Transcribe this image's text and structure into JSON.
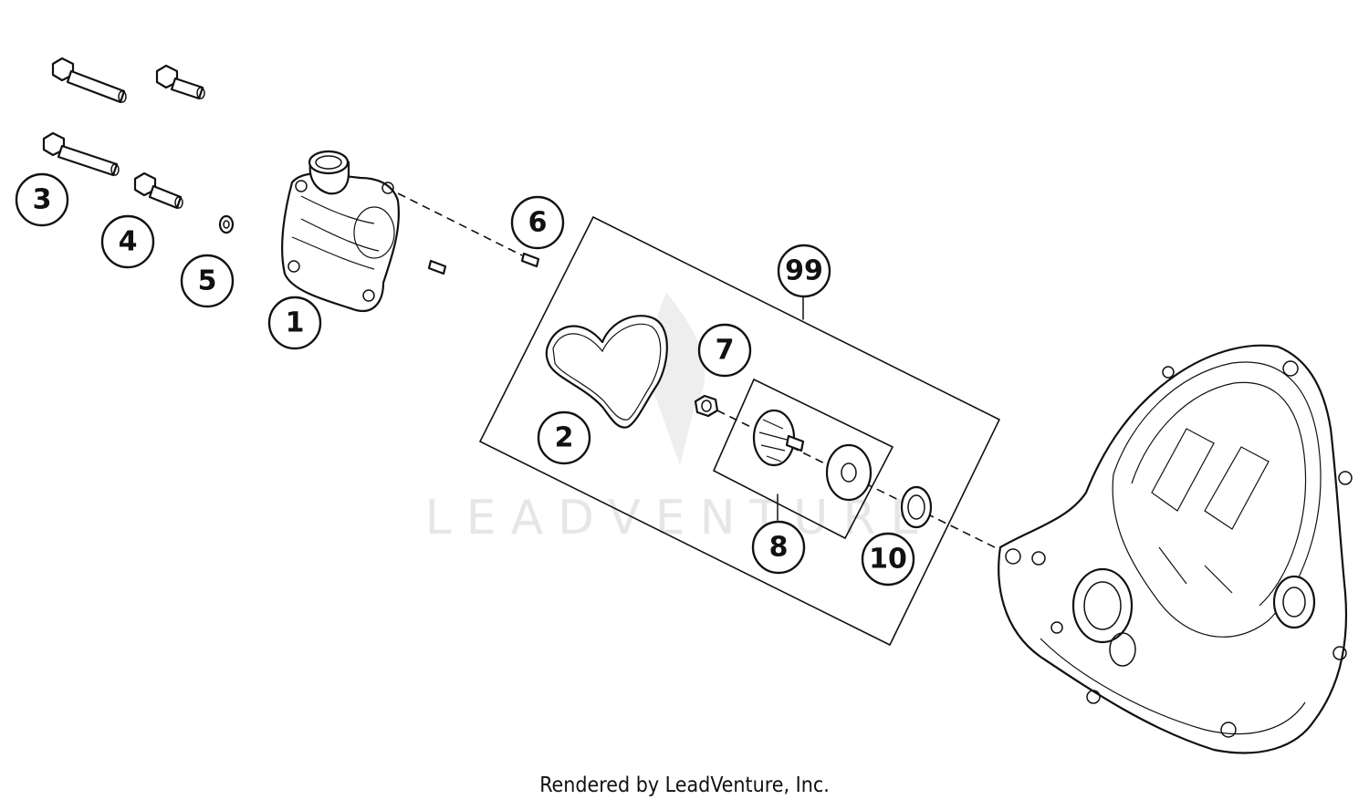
{
  "callouts": [
    {
      "id": "1",
      "label": "1"
    },
    {
      "id": "2",
      "label": "2"
    },
    {
      "id": "3",
      "label": "3"
    },
    {
      "id": "4",
      "label": "4"
    },
    {
      "id": "5",
      "label": "5"
    },
    {
      "id": "6",
      "label": "6"
    },
    {
      "id": "7",
      "label": "7"
    },
    {
      "id": "8",
      "label": "8"
    },
    {
      "id": "10",
      "label": "10"
    },
    {
      "id": "99",
      "label": "99"
    }
  ],
  "watermark": "LEADVENTURE",
  "footer": {
    "credit": "Rendered by LeadVenture, Inc."
  }
}
